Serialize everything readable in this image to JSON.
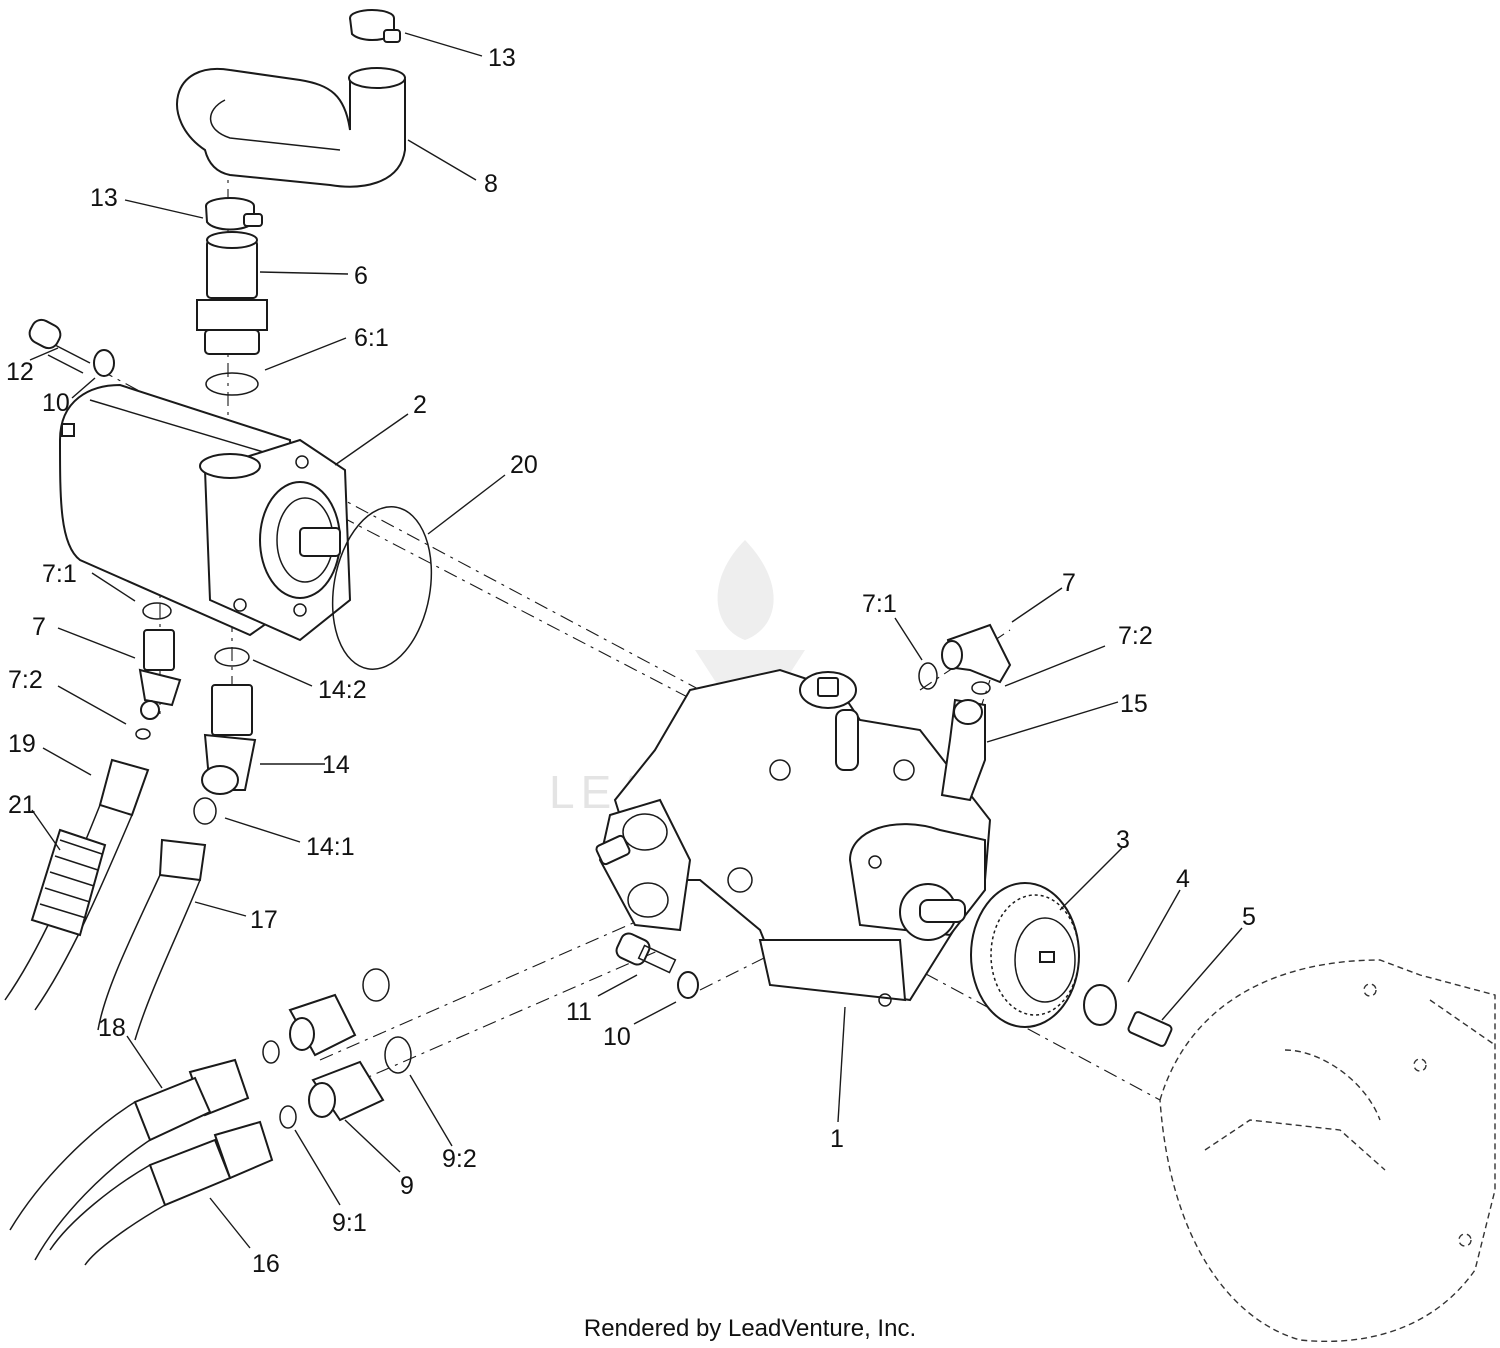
{
  "footer": {
    "credit": "Rendered by LeadVenture, Inc."
  },
  "watermark": {
    "text": "LEADVENTURE",
    "color": "#e4e4e4"
  },
  "callouts": [
    {
      "id": "c13a",
      "label": "13"
    },
    {
      "id": "c8",
      "label": "8"
    },
    {
      "id": "c13b",
      "label": "13"
    },
    {
      "id": "c6",
      "label": "6"
    },
    {
      "id": "c61",
      "label": "6:1"
    },
    {
      "id": "c12",
      "label": "12"
    },
    {
      "id": "c10a",
      "label": "10"
    },
    {
      "id": "c2",
      "label": "2"
    },
    {
      "id": "c20",
      "label": "20"
    },
    {
      "id": "c71a",
      "label": "7:1"
    },
    {
      "id": "c7a",
      "label": "7"
    },
    {
      "id": "c72a",
      "label": "7:2"
    },
    {
      "id": "c142",
      "label": "14:2"
    },
    {
      "id": "c19",
      "label": "19"
    },
    {
      "id": "c14",
      "label": "14"
    },
    {
      "id": "c21",
      "label": "21"
    },
    {
      "id": "c141",
      "label": "14:1"
    },
    {
      "id": "c17",
      "label": "17"
    },
    {
      "id": "c71b",
      "label": "7:1"
    },
    {
      "id": "c7b",
      "label": "7"
    },
    {
      "id": "c72b",
      "label": "7:2"
    },
    {
      "id": "c15",
      "label": "15"
    },
    {
      "id": "c3",
      "label": "3"
    },
    {
      "id": "c4",
      "label": "4"
    },
    {
      "id": "c5",
      "label": "5"
    },
    {
      "id": "c11",
      "label": "11"
    },
    {
      "id": "c10b",
      "label": "10"
    },
    {
      "id": "c1",
      "label": "1"
    },
    {
      "id": "c18",
      "label": "18"
    },
    {
      "id": "c92",
      "label": "9:2"
    },
    {
      "id": "c9",
      "label": "9"
    },
    {
      "id": "c91",
      "label": "9:1"
    },
    {
      "id": "c16",
      "label": "16"
    }
  ]
}
